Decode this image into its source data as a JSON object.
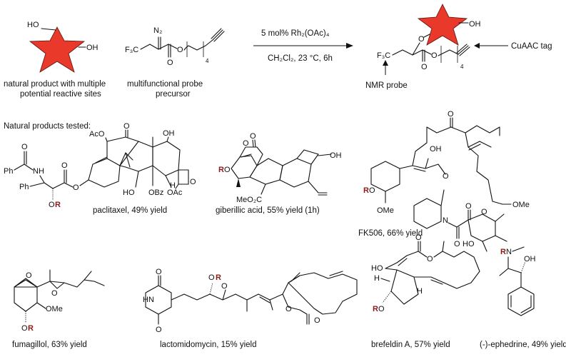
{
  "reaction": {
    "reagent": "5 mol% Rh₂(OAc)₄",
    "conditions": "CH₂Cl₂, 23 °C, 6h",
    "star_color": "#e8392b",
    "red_label_color": "#8b1a1a"
  },
  "starting_material": {
    "caption_line1": "natural product with multiple",
    "caption_line2": "potential reactive sites",
    "oh_top": "HO",
    "oh_right": "OH"
  },
  "probe": {
    "caption_line1": "multifunctional probe",
    "caption_line2": "precursor",
    "cf3": "F₃C",
    "n2": "N₂",
    "o_ester": "O",
    "o_carbonyl": "O",
    "subscript": "4"
  },
  "product": {
    "oh": "OH",
    "o_ether": "O",
    "cf3": "F₃C",
    "o_ester": "O",
    "o_carbonyl": "O",
    "subscript": "4",
    "tag_cuaac": "CuAAC tag",
    "tag_nmr": "NMR probe"
  },
  "section_title": "Natural products tested:",
  "compounds": [
    {
      "id": "paclitaxel",
      "caption": "paclitaxel, 49% yield"
    },
    {
      "id": "giberillic",
      "caption": "giberillic acid, 55% yield (1h)"
    },
    {
      "id": "fk506",
      "caption": "FK506, 66% yield"
    },
    {
      "id": "fumagillol",
      "caption": "fumagillol, 63% yield"
    },
    {
      "id": "lactomidomycin",
      "caption": "lactomidomycin, 15% yield"
    },
    {
      "id": "brefeldin",
      "caption": "brefeldin A, 57% yield"
    },
    {
      "id": "ephedrine",
      "caption": "(-)-ephedrine, 49% yield"
    }
  ],
  "atoms": {
    "paclitaxel": {
      "ph1": "Ph",
      "nh": "NH",
      "ph2": "Ph",
      "o1": "O",
      "o2": "O",
      "o3": "O",
      "or_o": "O",
      "or_r": "R",
      "aco": "AcO",
      "o_top": "O",
      "oh_top": "OH",
      "ho": "HO",
      "obz": "OBz",
      "h": "H",
      "oac": "OAc",
      "o_ring": "O"
    },
    "giberillic": {
      "r": "R",
      "o": "O",
      "o2": "O",
      "o3": "O",
      "meo2c": "MeO₂C",
      "oh": "OH"
    },
    "fk506": {
      "o_top": "O",
      "oh": "OH",
      "ome1": "OMe",
      "r": "R",
      "o1": "O",
      "ome2": "OMe",
      "o2": "O",
      "n": "N",
      "o3": "O",
      "o4": "O",
      "o5": "O",
      "ho": "HO",
      "o6": "O"
    },
    "fumagillol": {
      "o_top": "O",
      "o_mid": "O",
      "ome": "OMe",
      "o_bottom": "O",
      "r": "R"
    },
    "lactomidomycin": {
      "o1": "O",
      "hn": "HN",
      "o2": "O",
      "o_r": "O",
      "r": "R",
      "o3": "O",
      "o4": "O",
      "o5": "O"
    },
    "brefeldin": {
      "ho": "HO",
      "o1": "O",
      "o2": "O",
      "h1": "H",
      "h2": "H",
      "r": "R",
      "o3": "O"
    },
    "ephedrine": {
      "r": "R",
      "n": "N",
      "oh": "OH"
    }
  }
}
